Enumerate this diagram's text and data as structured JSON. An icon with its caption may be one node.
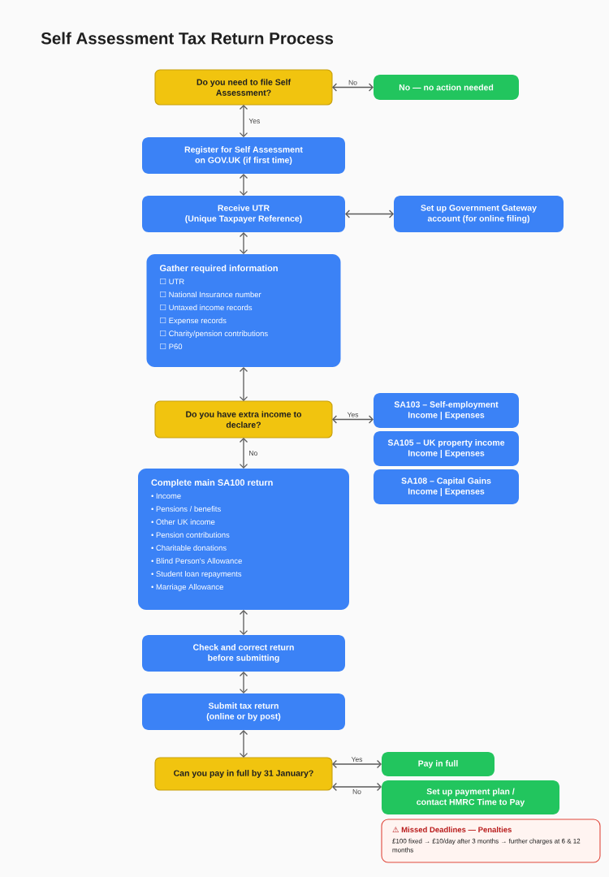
{
  "diagram": {
    "title": "Self Assessment Tax Return Process",
    "nodes": [
      {
        "text": [
          "Do you need to file Self Assessment?"
        ]
      },
      {
        "text": [
          "No — no action needed"
        ]
      },
      {
        "text": [
          "Register for Self Assessment on GOV.UK (if first time)"
        ]
      },
      {
        "text": [
          "Receive UTR",
          "(Unique Taxpayer Reference)"
        ]
      },
      {
        "text": [
          "Set up Government Gateway account (for online filing)"
        ]
      },
      {
        "text": [
          "Gather required information",
          "☐ UTR",
          "☐ National Insurance number",
          "☐ Untaxed income records",
          "☐ Expense records",
          "☐ Charity/pension contributions",
          "☐ P60"
        ]
      },
      {
        "text": [
          "Do you have extra income to declare?"
        ]
      },
      {
        "text": [
          "SA103 – Self-employment",
          "Income | Expenses"
        ]
      },
      {
        "text": [
          "SA105 – UK property income",
          "Income | Expenses"
        ]
      },
      {
        "text": [
          "SA108 – Capital Gains",
          "Income | Expenses"
        ]
      },
      {
        "text": [
          "Complete main SA100 return",
          "• Income",
          "• Pensions / benefits",
          "• Other UK income",
          "• Pension contributions",
          "• Charitable donations",
          "• Blind Person's Allowance",
          "• Student loan repayments",
          "• Marriage Allowance"
        ]
      },
      {
        "text": [
          "Check and correct return before submitting"
        ]
      },
      {
        "text": [
          "Submit tax return",
          "(online or by post)"
        ]
      },
      {
        "text": [
          "Can you pay in full by 31 January?"
        ]
      },
      {
        "text": [
          "Pay in full"
        ]
      },
      {
        "text": [
          "Set up payment plan / contact HMRC Time to Pay"
        ]
      },
      {
        "text": [
          "⚠ Missed Deadlines — Penalties",
          "£100 fixed → £10/day after 3 months → further charges at 6 & 12 months"
        ]
      }
    ],
    "edges": [
      {
        "from": 0,
        "to": 1,
        "arrow": "both",
        "label": "No"
      },
      {
        "from": 0,
        "to": 2,
        "arrow": "both",
        "label": "Yes"
      },
      {
        "from": 2,
        "to": 3,
        "arrow": "both"
      },
      {
        "from": 3,
        "to": 4,
        "arrow": "both"
      },
      {
        "from": 3,
        "to": 5,
        "arrow": "both"
      },
      {
        "from": 5,
        "to": 6,
        "arrow": "both"
      },
      {
        "from": 6,
        "to": 7,
        "arrow": "both",
        "label": "Yes"
      },
      {
        "from": 6,
        "to": 10,
        "arrow": "both",
        "label": "No"
      },
      {
        "from": 10,
        "to": 11,
        "arrow": "both"
      },
      {
        "from": 11,
        "to": 12,
        "arrow": "both"
      },
      {
        "from": 12,
        "to": 13,
        "arrow": "both"
      },
      {
        "from": 13,
        "to": 14,
        "arrow": "both",
        "label": "Yes"
      },
      {
        "from": 13,
        "to": 15,
        "arrow": "both",
        "label": "No"
      }
    ]
  }
}
